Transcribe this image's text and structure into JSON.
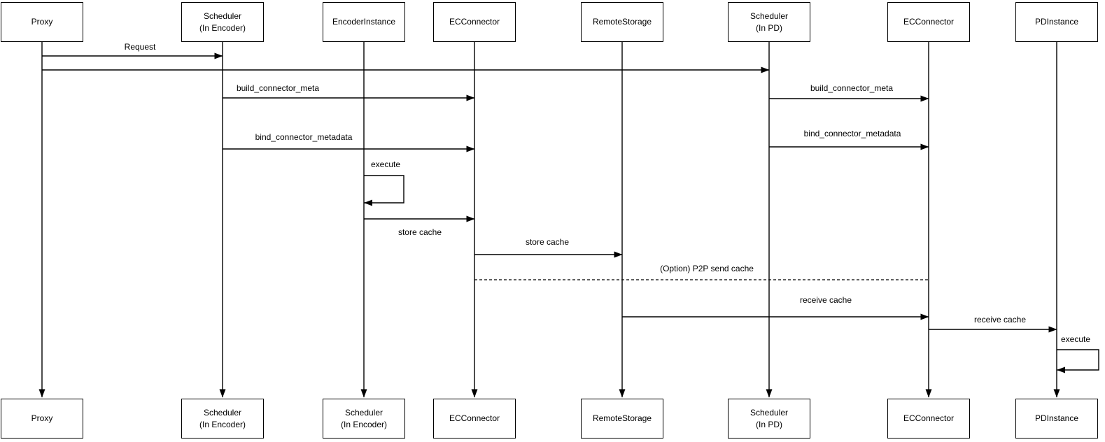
{
  "diagram": {
    "type": "sequence-diagram",
    "colors": {
      "stroke": "#000000",
      "background": "#ffffff",
      "text": "#000000"
    },
    "participants": [
      {
        "name": "Proxy",
        "top_label": "Proxy",
        "bottom_label": "Proxy"
      },
      {
        "name": "Scheduler (In Encoder)",
        "top_label": "Scheduler\n(In Encoder)",
        "bottom_label": "Scheduler\n(In Encoder)"
      },
      {
        "name": "EncoderInstance",
        "top_label": "EncoderInstance",
        "bottom_label": "Scheduler\n(In Encoder)"
      },
      {
        "name": "ECConnector",
        "top_label": "ECConnector",
        "bottom_label": "ECConnector"
      },
      {
        "name": "RemoteStorage",
        "top_label": "RemoteStorage",
        "bottom_label": "RemoteStorage"
      },
      {
        "name": "Scheduler (In PD)",
        "top_label": "Scheduler\n(In PD)",
        "bottom_label": "Scheduler\n(In PD)"
      },
      {
        "name": "ECConnector (PD side)",
        "top_label": "ECConnector",
        "bottom_label": "ECConnector"
      },
      {
        "name": "PDInstance",
        "top_label": "PDInstance",
        "bottom_label": "PDInstance"
      }
    ],
    "messages": [
      {
        "from": "Proxy",
        "to": "Scheduler (In Encoder)",
        "label": "Request",
        "style": "solid"
      },
      {
        "from": "Proxy",
        "to": "Scheduler (In PD)",
        "label": "",
        "style": "solid"
      },
      {
        "from": "Scheduler (In Encoder)",
        "to": "ECConnector",
        "label": "build_connector_meta",
        "style": "solid"
      },
      {
        "from": "Scheduler (In PD)",
        "to": "ECConnector (PD side)",
        "label": "build_connector_meta",
        "style": "solid"
      },
      {
        "from": "Scheduler (In Encoder)",
        "to": "ECConnector",
        "label": "bind_connector_metadata",
        "style": "solid"
      },
      {
        "from": "Scheduler (In PD)",
        "to": "ECConnector (PD side)",
        "label": "bind_connector_metadata",
        "style": "solid"
      },
      {
        "from": "EncoderInstance",
        "to": "EncoderInstance",
        "label": "execute",
        "style": "self-loop"
      },
      {
        "from": "EncoderInstance",
        "to": "ECConnector",
        "label": "store cache",
        "style": "solid"
      },
      {
        "from": "ECConnector",
        "to": "RemoteStorage",
        "label": "store cache",
        "style": "solid"
      },
      {
        "from": "ECConnector",
        "to": "ECConnector (PD side)",
        "label": "(Option) P2P send cache",
        "style": "dashed"
      },
      {
        "from": "RemoteStorage",
        "to": "ECConnector (PD side)",
        "label": "receive cache",
        "style": "solid"
      },
      {
        "from": "ECConnector (PD side)",
        "to": "PDInstance",
        "label": "receive cache",
        "style": "solid"
      },
      {
        "from": "PDInstance",
        "to": "PDInstance",
        "label": "execute",
        "style": "self-loop"
      }
    ]
  }
}
